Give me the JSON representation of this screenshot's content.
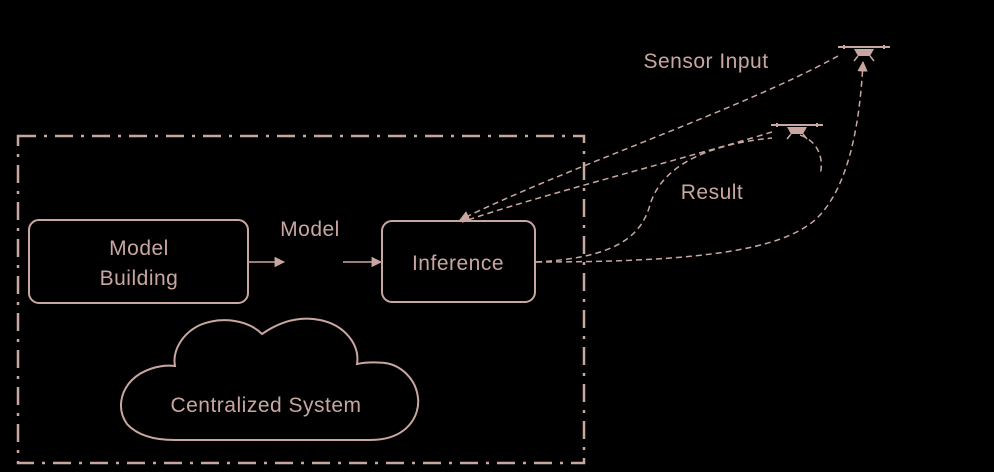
{
  "colors": {
    "background": "#000000",
    "stroke": "#c9a7a1",
    "text": "#c9a7a1"
  },
  "boundary": {
    "style": "dash-dot"
  },
  "nodes": {
    "model_building": {
      "line1": "Model",
      "line2": "Building"
    },
    "inference": {
      "label": "Inference"
    },
    "cloud": {
      "label": "Centralized System"
    }
  },
  "edges": {
    "model": {
      "label": "Model"
    },
    "sensor_input": {
      "label": "Sensor Input"
    },
    "result": {
      "label": "Result"
    }
  },
  "icons": {
    "drone_far": "drone-icon",
    "drone_near": "drone-icon"
  }
}
